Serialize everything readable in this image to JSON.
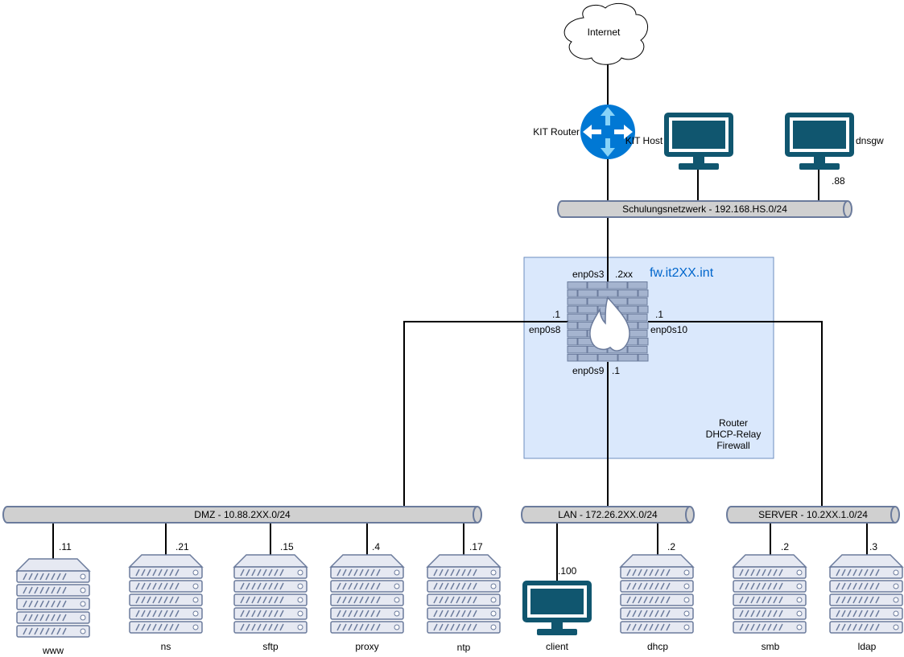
{
  "colors": {
    "line": "#000000",
    "pipe_fill": "#d0d0d0",
    "pipe_stroke": "#6b7b9c",
    "fw_box_fill": "#dae8fc",
    "fw_box_stroke": "#6c8ebf",
    "fw_title": "#0066cc",
    "monitor": "#10566f",
    "server_fill": "#e6e9f2",
    "server_stroke": "#6b7b9c",
    "router": "#0078d4",
    "brick": "#a5b4cf",
    "brick_stroke": "#6b7b9c"
  },
  "internet": {
    "label": "Internet",
    "icon": "cloud-icon"
  },
  "kit_router": {
    "label": "KIT Router",
    "icon": "router-icon"
  },
  "kit_host": {
    "label": "KIT Host",
    "icon": "monitor-icon"
  },
  "dnsgw": {
    "label": "dnsgw",
    "ip": ".88",
    "icon": "monitor-icon"
  },
  "schulungsnetz": {
    "label": "Schulungsnetzwerk - 192.168.HS.0/24"
  },
  "firewall": {
    "title": "fw.it2XX.int",
    "icon": "firewall-icon",
    "roles": [
      "Router",
      "DHCP-Relay",
      "Firewall"
    ],
    "interfaces": {
      "top": {
        "name": "enp0s3",
        "ip": ".2xx"
      },
      "left": {
        "name": "enp0s8",
        "ip": ".1"
      },
      "right": {
        "name": "enp0s10",
        "ip": ".1"
      },
      "bottom": {
        "name": "enp0s9",
        "ip": ".1"
      }
    }
  },
  "dmz": {
    "label": "DMZ - 10.88.2XX.0/24",
    "hosts": [
      {
        "name": "www",
        "ip": ".11"
      },
      {
        "name": "ns",
        "ip": ".21"
      },
      {
        "name": "sftp",
        "ip": ".15"
      },
      {
        "name": "proxy",
        "ip": ".4"
      },
      {
        "name": "ntp",
        "ip": ".17"
      }
    ]
  },
  "lan": {
    "label": "LAN - 172.26.2XX.0/24",
    "hosts": [
      {
        "name": "client",
        "ip": ".100",
        "icon": "monitor-icon"
      },
      {
        "name": "dhcp",
        "ip": ".2",
        "icon": "server-icon"
      }
    ]
  },
  "server_net": {
    "label": "SERVER - 10.2XX.1.0/24",
    "hosts": [
      {
        "name": "smb",
        "ip": ".2"
      },
      {
        "name": "ldap",
        "ip": ".3"
      }
    ]
  }
}
